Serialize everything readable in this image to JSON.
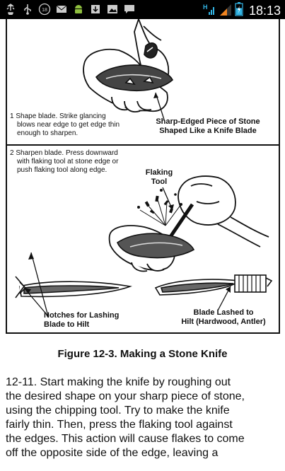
{
  "status_bar": {
    "clock": "18:13",
    "notification_icons": [
      "usb-debug-icon",
      "usb-icon",
      "update-count-icon",
      "email-icon",
      "android-icon",
      "download-icon",
      "photo-icon",
      "chat-icon"
    ],
    "update_count": "18",
    "network_label": "H",
    "battery_level": 0.6
  },
  "figure": {
    "step1": [
      "1  Shape blade. Strike glancing",
      "blows near edge to get edge thin",
      "enough to sharpen."
    ],
    "step1_callout": [
      "Sharp-Edged Piece of Stone",
      "Shaped Like a Knife Blade"
    ],
    "step2": [
      "2  Sharpen blade. Press downward",
      "with flaking tool at stone edge or",
      "push flaking tool along edge."
    ],
    "flaking_tool": [
      "Flaking",
      "Tool"
    ],
    "notches": [
      "Notches for Lashing",
      "Blade to Hilt"
    ],
    "lashed": [
      "Blade Lashed to",
      "Hilt (Hardwood, Antler)"
    ]
  },
  "caption": "Figure 12-3. Making a Stone Knife",
  "body_lines": [
    "12-11. Start making the knife by roughing out",
    "the desired shape on your sharp piece of stone,",
    "using the chipping tool. Try to make the knife",
    "fairly thin. Then, press the flaking tool against",
    "the edges. This action will cause flakes to come",
    "off the opposite side of the edge, leaving a"
  ]
}
